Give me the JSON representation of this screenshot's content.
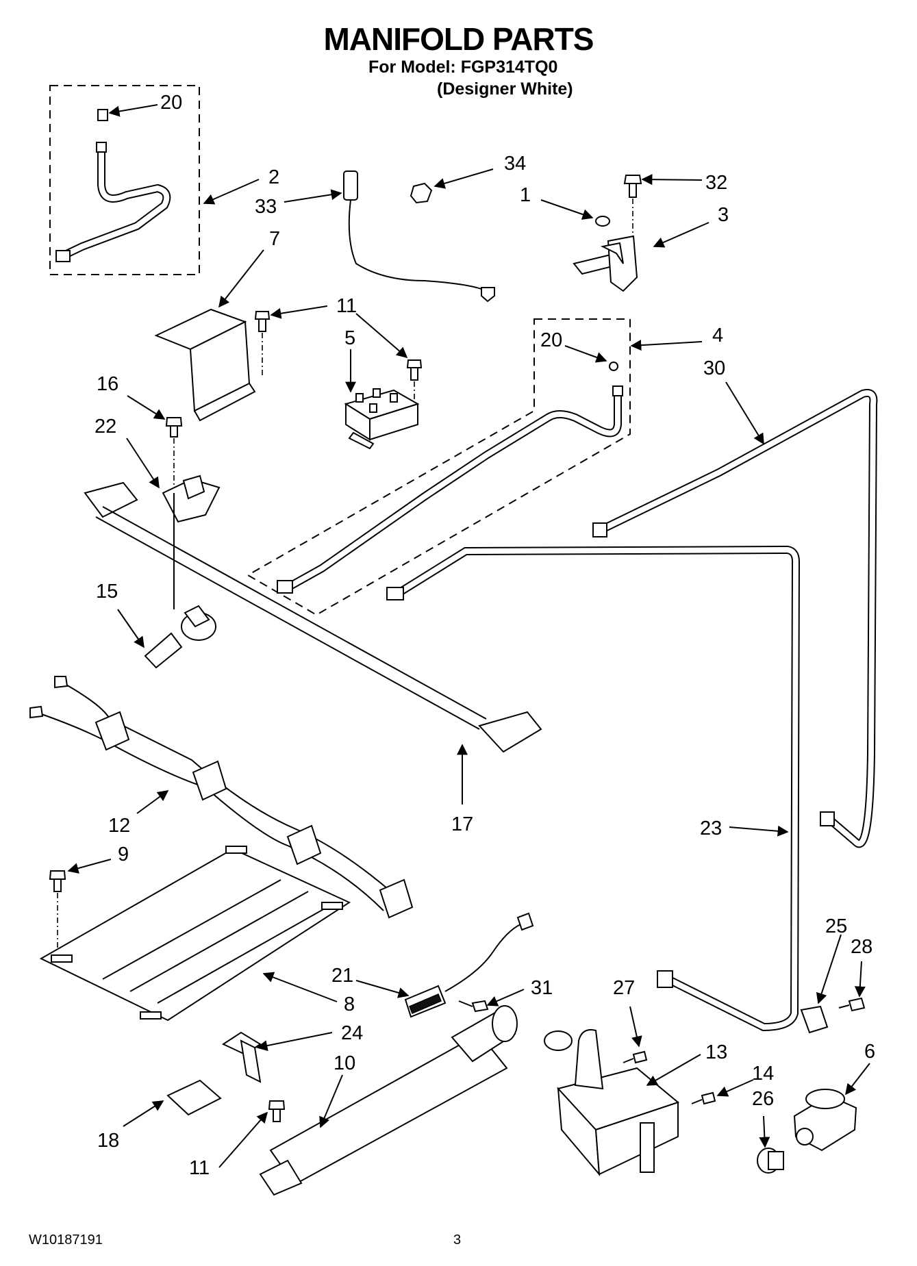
{
  "header": {
    "title": "MANIFOLD PARTS",
    "model_line": "For Model: FGP314TQ0",
    "color_line": "(Designer White)"
  },
  "footer": {
    "doc_number": "W10187191",
    "page_number": "3"
  },
  "callouts": {
    "c20a": "20",
    "c2": "2",
    "c33": "33",
    "c34": "34",
    "c32": "32",
    "c1": "1",
    "c3": "3",
    "c7": "7",
    "c11a": "11",
    "c5": "5",
    "c20b": "20",
    "c4": "4",
    "c30": "30",
    "c16": "16",
    "c22": "22",
    "c15": "15",
    "c12": "12",
    "c17": "17",
    "c23": "23",
    "c9": "9",
    "c8": "8",
    "c21": "21",
    "c31": "31",
    "c27": "27",
    "c25": "25",
    "c28": "28",
    "c24": "24",
    "c10": "10",
    "c13": "13",
    "c14": "14",
    "c26": "26",
    "c6": "6",
    "c18": "18",
    "c11b": "11"
  }
}
